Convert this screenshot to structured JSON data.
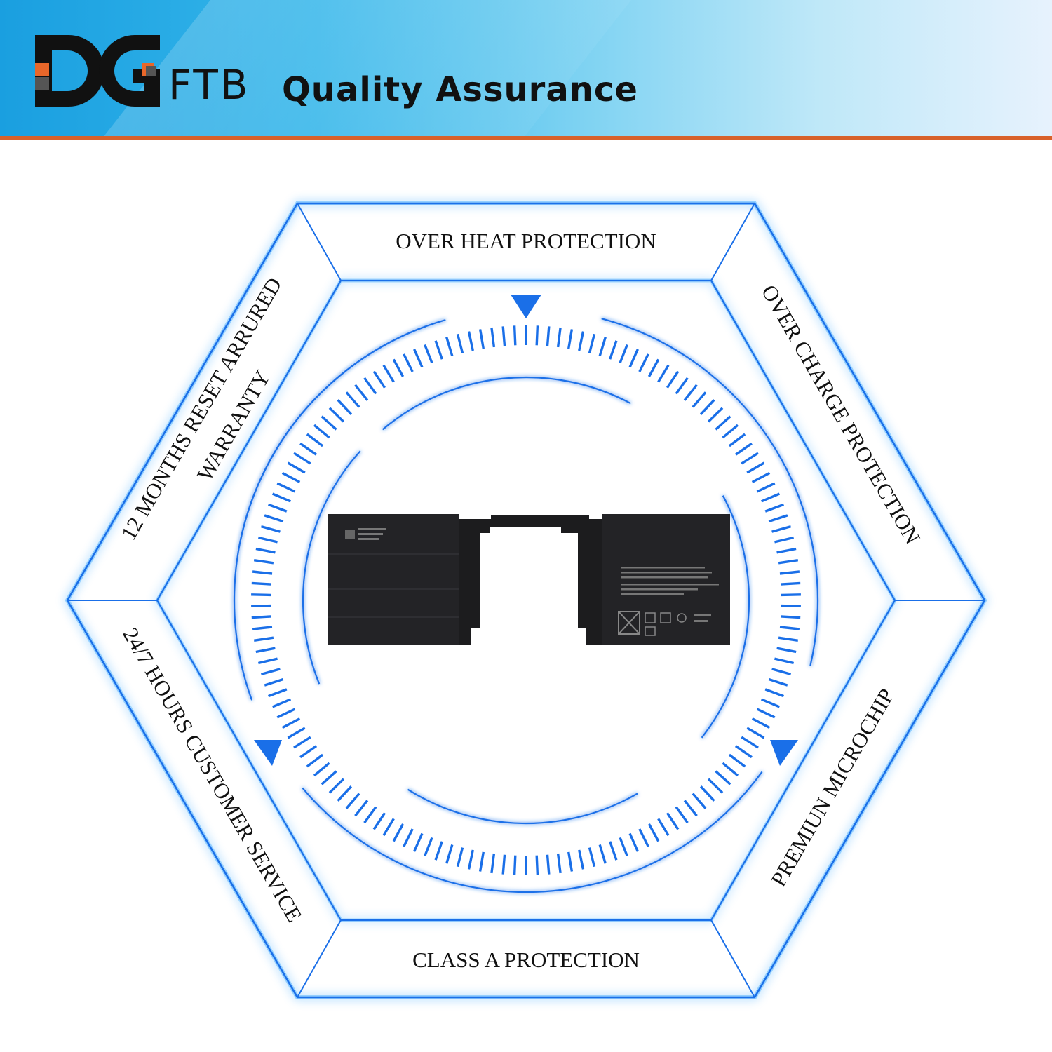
{
  "header": {
    "brand_suffix": "FTB",
    "title": "Quality Assurance"
  },
  "features": {
    "top": "OVER HEAT PROTECTION",
    "upper_right": "OVER CHARGE PROTECTION",
    "lower_right": "PREMIUN MICROCHIP",
    "bottom": "CLASS A PROTECTION",
    "lower_left": "24/7 HOURS CUSTOMER SERVICE",
    "upper_left_line1": "12 MONTHS RESET ARRURED",
    "upper_left_line2": "WARRANTY"
  },
  "colors": {
    "accent_blue": "#1a6fe8",
    "header_blue": "#1a9fe0",
    "header_line": "#d8612a",
    "logo_orange": "#e8672a",
    "logo_dark": "#111111"
  },
  "product_image": {
    "icon": "battery-pack-image"
  }
}
